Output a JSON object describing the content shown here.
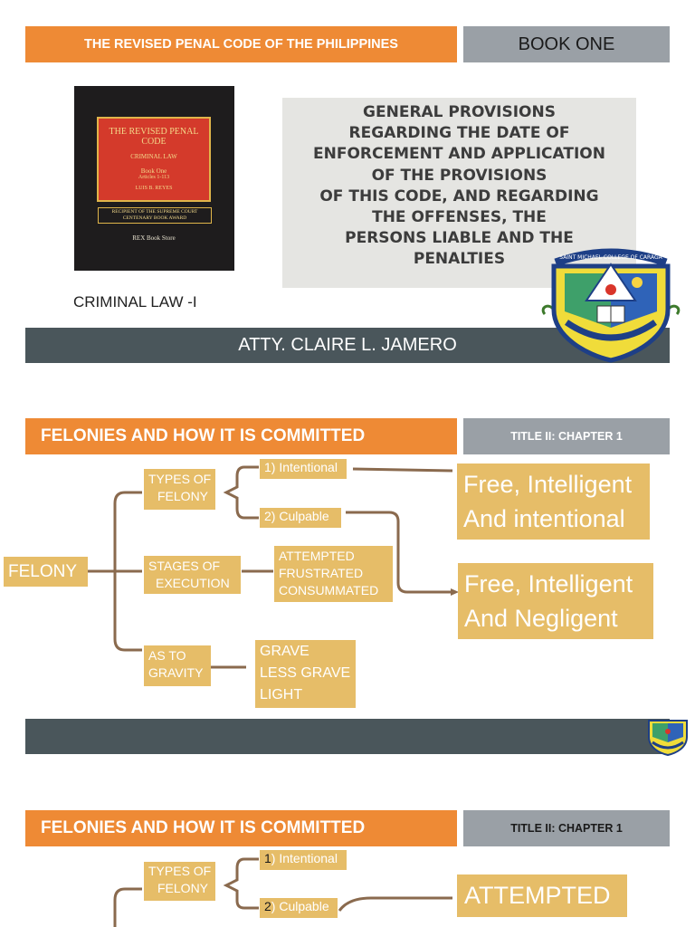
{
  "slide1": {
    "title": "THE REVISED PENAL CODE OF THE PHILIPPINES",
    "book_label": "BOOK ONE",
    "book_cover": {
      "title": "THE REVISED PENAL CODE",
      "subtitle": "CRIMINAL LAW",
      "book": "Book One",
      "articles": "Articles 1-113",
      "author": "LUIS B. REYES",
      "award": "RECIPIENT OF THE SUPREME COURT CENTENARY BOOK AWARD",
      "publisher": "REX Book Store"
    },
    "provisions_lines": [
      "GENERAL PROVISIONS",
      "REGARDING THE DATE OF",
      "ENFORCEMENT AND APPLICATION",
      "OF THE PROVISIONS",
      "OF THIS CODE, AND REGARDING",
      "THE OFFENSES, THE",
      "PERSONS LIABLE AND THE",
      "PENALTIES"
    ],
    "course": "CRIMINAL LAW -I",
    "author_bar": "ATTY. CLAIRE L. JAMERO",
    "seal_text": "SAINT MICHAEL COLLEGE OF CARAGA"
  },
  "slide2": {
    "title": "FELONIES AND HOW IT IS COMMITTED",
    "tag": "TITLE II: CHAPTER 1",
    "root": "FELONY",
    "types_label": [
      "TYPES OF",
      "FELONY"
    ],
    "intentional": "1) Intentional",
    "culpable": "2) Culpable",
    "stages_label": [
      "STAGES OF",
      "EXECUTION"
    ],
    "stages": [
      "ATTEMPTED",
      "FRUSTRATED",
      "CONSUMMATED"
    ],
    "gravity_label": [
      "AS TO",
      "GRAVITY"
    ],
    "gravity": [
      "GRAVE",
      "LESS GRAVE",
      "LIGHT"
    ],
    "result1": [
      "Free, Intelligent",
      "And intentional"
    ],
    "result2": [
      "Free, Intelligent",
      "And Negligent"
    ]
  },
  "slide3": {
    "title": "FELONIES AND HOW IT IS COMMITTED",
    "tag": "TITLE II: CHAPTER 1",
    "types_label": [
      "TYPES OF",
      "FELONY"
    ],
    "intentional_num": "1",
    "intentional_text": ") Intentional",
    "culpable_num": "2",
    "culpable_text": ") Culpable",
    "attempted": "ATTEMPTED"
  },
  "colors": {
    "orange": "#ee8a35",
    "gold": "#e6bd68",
    "dark_bar": "#4a565b",
    "gray_tag": "#9aa0a6",
    "connector": "#8a6a4e"
  }
}
